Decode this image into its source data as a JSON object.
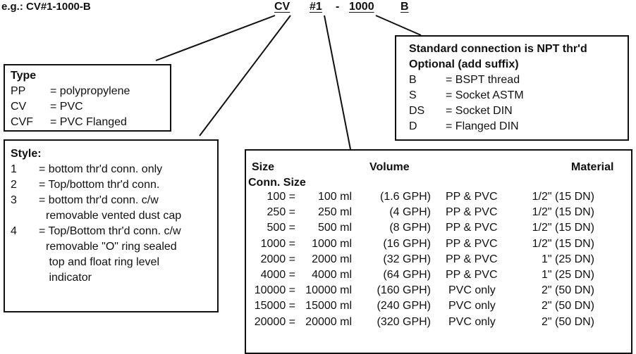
{
  "example": "e.g.: CV#1-1000-B",
  "code_parts": {
    "type": "CV",
    "style": "#1",
    "dash": "-",
    "size": "1000",
    "suffix": "B"
  },
  "type_box": {
    "title": "Type",
    "items": [
      {
        "code": "PP",
        "desc": "= polypropylene"
      },
      {
        "code": "CV",
        "desc": "= PVC"
      },
      {
        "code": "CVF",
        "desc": "= PVC Flanged"
      }
    ]
  },
  "style_box": {
    "title": "Style:",
    "items": [
      {
        "code": "1",
        "lines": [
          "= bottom thr'd conn. only"
        ]
      },
      {
        "code": "2",
        "lines": [
          "= Top/bottom thr'd conn."
        ]
      },
      {
        "code": "3",
        "lines": [
          "= bottom thr'd conn. c/w",
          "removable vented dust cap"
        ]
      },
      {
        "code": "4",
        "lines": [
          "= Top/Bottom thr'd conn. c/w",
          "removable \"O\" ring sealed",
          " top and float ring level",
          " indicator"
        ]
      }
    ]
  },
  "connection_box": {
    "title1": "Standard connection is NPT thr'd",
    "title2": "Optional (add suffix)",
    "items": [
      {
        "code": "B",
        "desc": "= BSPT thread"
      },
      {
        "code": "S",
        "desc": "= Socket ASTM"
      },
      {
        "code": "DS",
        "desc": "= Socket DIN"
      },
      {
        "code": "D",
        "desc": "= Flanged DIN"
      }
    ]
  },
  "size_box": {
    "headers": {
      "size": "Size",
      "volume": "Volume",
      "material": "Material",
      "conn": "Conn. Size"
    },
    "rows": [
      {
        "code": "100 =",
        "ml": "100 ml",
        "gph": "(1.6 GPH)",
        "mat": "PP & PVC",
        "conn": "1/2\" (15 DN)"
      },
      {
        "code": "250 =",
        "ml": "250 ml",
        "gph": "(4 GPH)",
        "mat": "PP & PVC",
        "conn": "1/2\" (15 DN)"
      },
      {
        "code": "500 =",
        "ml": "500 ml",
        "gph": "(8 GPH)",
        "mat": "PP & PVC",
        "conn": "1/2\" (15 DN)"
      },
      {
        "code": "1000 =",
        "ml": "1000 ml",
        "gph": "(16 GPH)",
        "mat": "PP & PVC",
        "conn": "1/2\" (15 DN)"
      },
      {
        "code": "2000 =",
        "ml": "2000 ml",
        "gph": "(32 GPH)",
        "mat": "PP & PVC",
        "conn": "1\" (25 DN)"
      },
      {
        "code": "4000 =",
        "ml": "4000 ml",
        "gph": "(64 GPH)",
        "mat": "PP & PVC",
        "conn": "1\" (25 DN)"
      },
      {
        "code": "10000 =",
        "ml": "10000 ml",
        "gph": "(160 GPH)",
        "mat": "PVC only",
        "conn": "2\" (50 DN)"
      },
      {
        "code": "15000 =",
        "ml": "15000 ml",
        "gph": "(240 GPH)",
        "mat": "PVC only",
        "conn": "2\" (50 DN)"
      },
      {
        "code": "20000 =",
        "ml": "20000 ml",
        "gph": "(320 GPH)",
        "mat": "PVC only",
        "conn": "2\" (50 DN)"
      }
    ]
  }
}
